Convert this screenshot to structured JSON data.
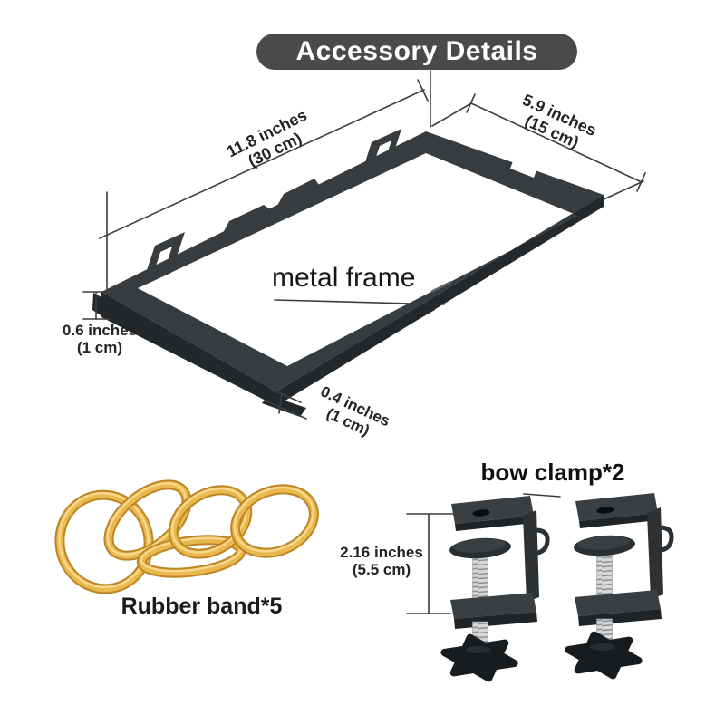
{
  "title": "Accessory Details",
  "metal_frame": {
    "label": "metal frame",
    "length": {
      "inches": "11.8 inches",
      "cm": "(30 cm)"
    },
    "depth": {
      "inches": "5.9 inches",
      "cm": "(15 cm)"
    },
    "rim_height": {
      "inches": "0.6 inches",
      "cm": "(1 cm)"
    },
    "corner_height": {
      "inches": "0.4 inches",
      "cm": "(1 cm)"
    }
  },
  "rubber_band": {
    "label": "Rubber band*5"
  },
  "bow_clamp": {
    "label": "bow clamp*2",
    "height": {
      "inches": "2.16 inches",
      "cm": "(5.5 cm)"
    }
  },
  "colors": {
    "banner_bg": "#4a4a4c",
    "banner_text": "#ffffff",
    "metal": "#383c3f",
    "metal_dark": "#24282b",
    "annotation_line": "#3c3c3c",
    "rubber_band": "#eab94d"
  }
}
